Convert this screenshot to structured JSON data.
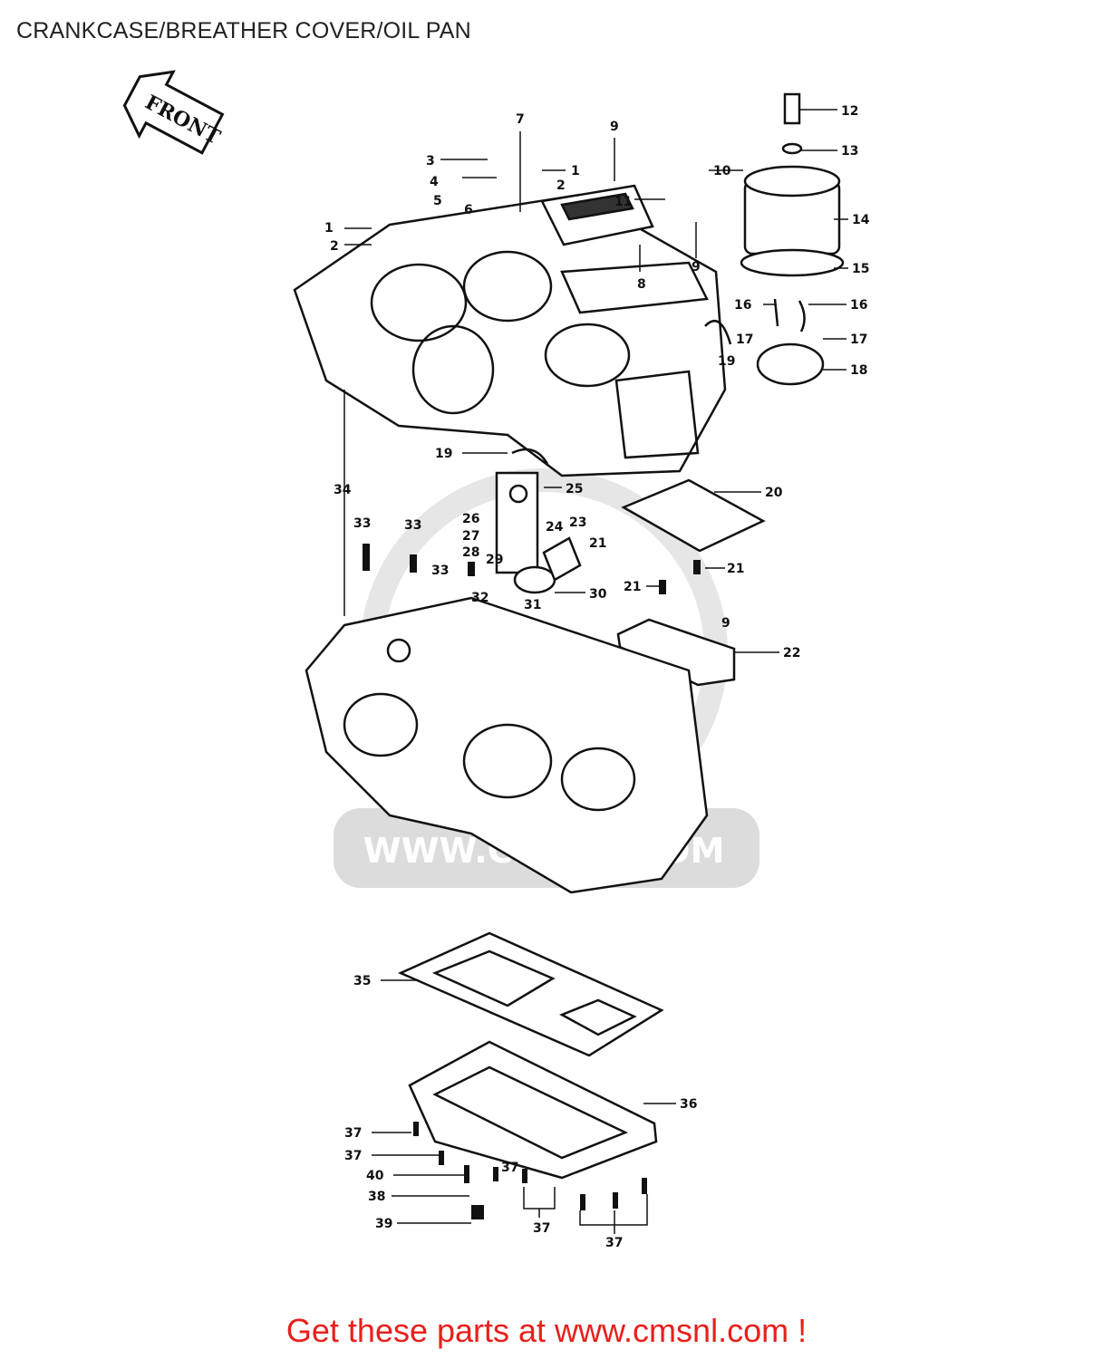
{
  "page": {
    "title": "CRANKCASE/BREATHER COVER/OIL PAN"
  },
  "diagram": {
    "front_label": "FRONT",
    "watermark": "WWW.CMSNL.COM",
    "callouts": [
      "1",
      "2",
      "3",
      "4",
      "5",
      "6",
      "7",
      "8",
      "9",
      "10",
      "11",
      "12",
      "13",
      "14",
      "15",
      "16",
      "17",
      "18",
      "19",
      "20",
      "21",
      "22",
      "23",
      "24",
      "25",
      "26",
      "27",
      "28",
      "29",
      "30",
      "31",
      "32",
      "33",
      "34",
      "35",
      "36",
      "37",
      "38",
      "39",
      "40"
    ]
  },
  "footer": {
    "link_text": "Get these parts at www.cmsnl.com !"
  },
  "colors": {
    "footer_text": "#e8201c",
    "line_art": "#111111",
    "watermark": "#d8d8d8"
  }
}
